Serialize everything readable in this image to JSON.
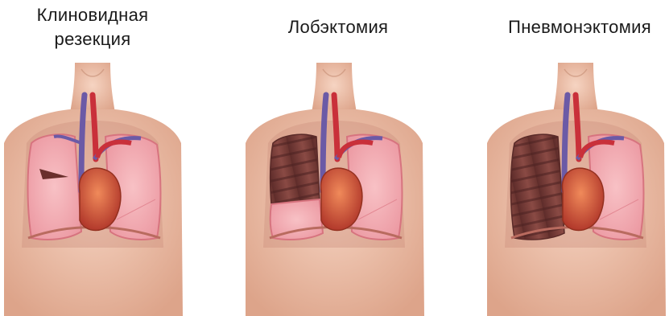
{
  "panels": [
    {
      "caption_line1": "Клиновидная",
      "caption_line2": "резекция",
      "procedure": "wedge-resection"
    },
    {
      "caption_line1": "Лобэктомия",
      "caption_line2": "",
      "procedure": "lobectomy"
    },
    {
      "caption_line1": "Пневмонэктомия",
      "caption_line2": "",
      "procedure": "pneumonectomy"
    }
  ],
  "colors": {
    "skin": "#eec3ad",
    "skin_shadow": "#d9a68d",
    "lung": "#f3aab0",
    "lung_edge": "#e0808c",
    "removed": "#7a3f3a",
    "heart": "#d9553e",
    "vein": "#6b5aa6",
    "artery": "#c9303a"
  }
}
